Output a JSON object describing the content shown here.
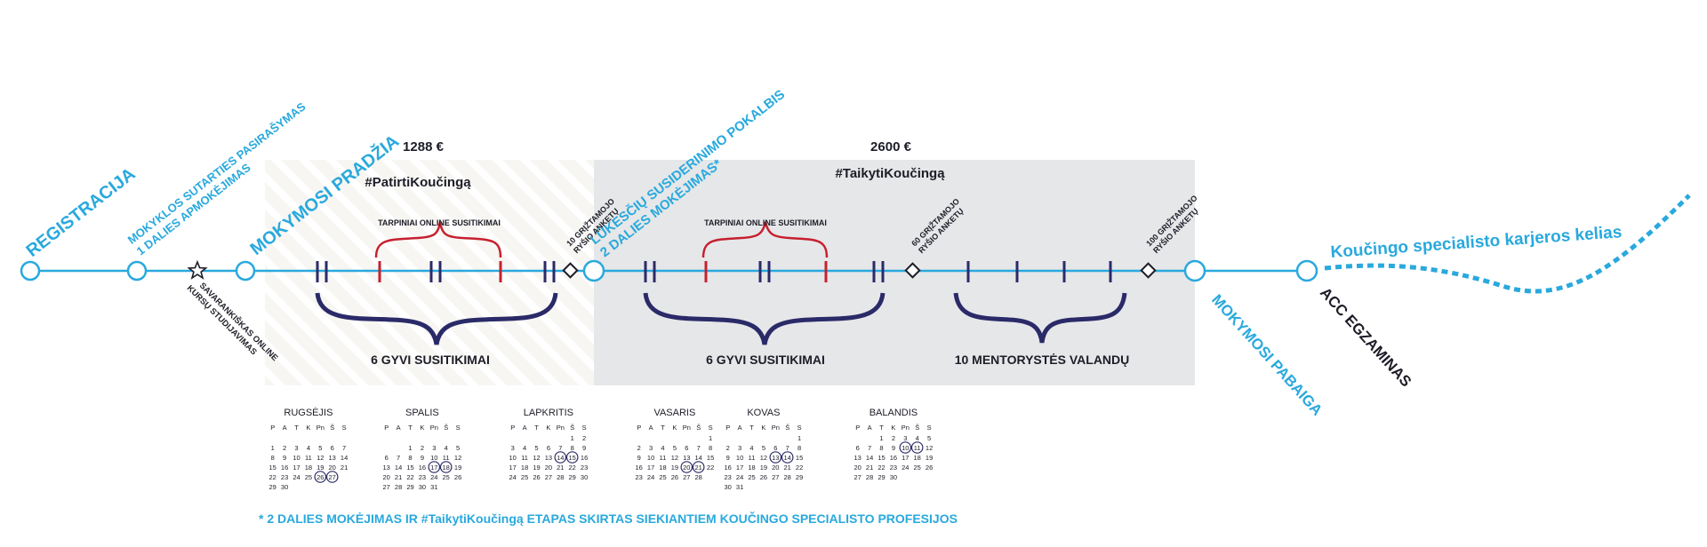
{
  "colors": {
    "cyan": "#29a9dd",
    "navy": "#2b2a68",
    "red": "#c6202e",
    "dark": "#1d1d28",
    "panel_grey": "#e6e7e9",
    "panel_stripe": "#f1f1ef"
  },
  "stages": {
    "registracija": "REGISTRACIJA",
    "contract_line1": "MOKYKLOS SUTARTIES PASIRAŠYMAS",
    "contract_line2": "1 DALIES APMOKĖJIMAS",
    "self_study_line1": "SAVARANKIŠKAS ONLINE",
    "self_study_line2": "KURSŲ STUDIJAVIMAS",
    "start": "MOKYMOSI PRADŽIA",
    "feedback10_line1": "10 GRĮŽTAMOJO",
    "feedback10_line2": "RYŠIO ANKETŲ",
    "expect_line1": "LŪKESČIŲ SUSIDERINIMO POKALBIS",
    "expect_line2": "2 DALIES MOKĖJIMAS*",
    "feedback60_line1": "60 GRĮŽTAMOJO",
    "feedback60_line2": "RYŠIO ANKETŲ",
    "feedback100_line1": "100 GRĮŽTAMOJO",
    "feedback100_line2": "RYŠIO ANKETŲ",
    "end": "MOKYMOSI PABAIGA",
    "exam": "ACC EGZAMINAS",
    "career": "Koučingo specialisto karjeros kelias"
  },
  "phases": [
    {
      "price": "1288 €",
      "hashtag": "#PatirtiKoučingą",
      "online": "TARPINIAI ONLINE SUSITIKIMAI",
      "live": "6 GYVI SUSITIKIMAI"
    },
    {
      "price": "2600 €",
      "hashtag": "#TaikytiKoučingą",
      "online": "TARPINIAI ONLINE SUSITIKIMAI",
      "live": "6 GYVI SUSITIKIMAI",
      "mentor": "10 MENTORYSTĖS VALANDŲ"
    }
  ],
  "calendar": {
    "weekdays": [
      "P",
      "A",
      "T",
      "K",
      "Pn",
      "Š",
      "S"
    ],
    "months": [
      {
        "name": "RUGSĖJIS",
        "rows": [
          [
            "",
            "",
            "",
            "",
            "",
            "",
            ""
          ],
          [
            "1",
            "2",
            "3",
            "4",
            "5",
            "6",
            "7"
          ],
          [
            "8",
            "9",
            "10",
            "11",
            "12",
            "13",
            "14"
          ],
          [
            "15",
            "16",
            "17",
            "18",
            "19",
            "20",
            "21"
          ],
          [
            "22",
            "23",
            "24",
            "25",
            "26",
            "27",
            ""
          ],
          [
            "29",
            "30",
            "",
            "",
            "",
            "",
            ""
          ]
        ],
        "circled": [
          "26",
          "27"
        ]
      },
      {
        "name": "SPALIS",
        "rows": [
          [
            "",
            "",
            "",
            "",
            "",
            "",
            ""
          ],
          [
            "",
            "",
            "1",
            "2",
            "3",
            "4",
            "5"
          ],
          [
            "6",
            "7",
            "8",
            "9",
            "10",
            "11",
            "12"
          ],
          [
            "13",
            "14",
            "15",
            "16",
            "17",
            "18",
            "19"
          ],
          [
            "20",
            "21",
            "22",
            "23",
            "24",
            "25",
            "26"
          ],
          [
            "27",
            "28",
            "29",
            "30",
            "31",
            "",
            ""
          ]
        ],
        "circled": [
          "17",
          "18"
        ]
      },
      {
        "name": "LAPKRITIS",
        "rows": [
          [
            "",
            "",
            "",
            "",
            "",
            "1",
            "2"
          ],
          [
            "3",
            "4",
            "5",
            "6",
            "7",
            "8",
            "9"
          ],
          [
            "10",
            "11",
            "12",
            "13",
            "14",
            "15",
            "16"
          ],
          [
            "17",
            "18",
            "19",
            "20",
            "21",
            "22",
            "23"
          ],
          [
            "24",
            "25",
            "26",
            "27",
            "28",
            "29",
            "30"
          ],
          [
            "",
            "",
            "",
            "",
            "",
            "",
            ""
          ]
        ],
        "circled": [
          "14",
          "15"
        ]
      },
      {
        "name": "VASARIS",
        "rows": [
          [
            "",
            "",
            "",
            "",
            "",
            "",
            "1"
          ],
          [
            "2",
            "3",
            "4",
            "5",
            "6",
            "7",
            "8"
          ],
          [
            "9",
            "10",
            "11",
            "12",
            "13",
            "14",
            "15"
          ],
          [
            "16",
            "17",
            "18",
            "19",
            "20",
            "21",
            "22"
          ],
          [
            "23",
            "24",
            "25",
            "26",
            "27",
            "28",
            ""
          ],
          [
            "",
            "",
            "",
            "",
            "",
            "",
            ""
          ]
        ],
        "circled": [
          "20",
          "21"
        ]
      },
      {
        "name": "KOVAS",
        "rows": [
          [
            "",
            "",
            "",
            "",
            "",
            "",
            "1"
          ],
          [
            "2",
            "3",
            "4",
            "5",
            "6",
            "7",
            "8"
          ],
          [
            "9",
            "10",
            "11",
            "12",
            "13",
            "14",
            "15"
          ],
          [
            "16",
            "17",
            "18",
            "19",
            "20",
            "21",
            "22"
          ],
          [
            "23",
            "24",
            "25",
            "26",
            "27",
            "28",
            "29"
          ],
          [
            "30",
            "31",
            "",
            "",
            "",
            "",
            ""
          ]
        ],
        "circled": [
          "13",
          "14"
        ]
      },
      {
        "name": "BALANDIS",
        "rows": [
          [
            "",
            "",
            "1",
            "2",
            "3",
            "4",
            "5"
          ],
          [
            "6",
            "7",
            "8",
            "9",
            "10",
            "11",
            "12"
          ],
          [
            "13",
            "14",
            "15",
            "16",
            "17",
            "18",
            "19"
          ],
          [
            "20",
            "21",
            "22",
            "23",
            "24",
            "25",
            "26"
          ],
          [
            "27",
            "28",
            "29",
            "30",
            "",
            "",
            ""
          ],
          [
            "",
            "",
            "",
            "",
            "",
            "",
            ""
          ]
        ],
        "circled": [
          "10",
          "11"
        ]
      }
    ]
  },
  "footnote": "* 2 DALIES MOKĖJIMAS IR #TaikytiKoučingą ETAPAS SKIRTAS SIEKIANTIEM KOUČINGO SPECIALISTO PROFESIJOS"
}
